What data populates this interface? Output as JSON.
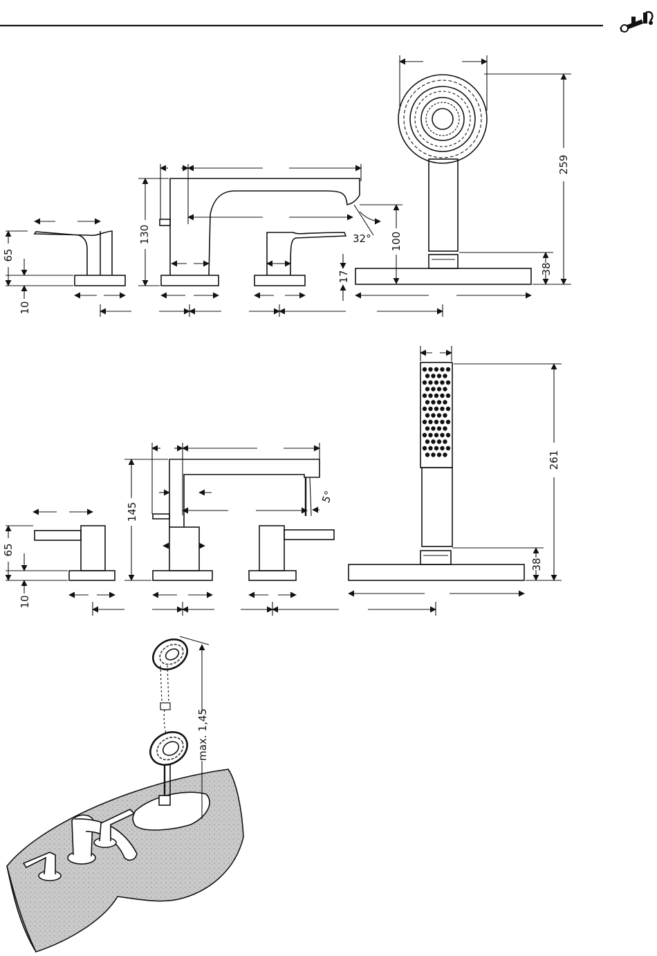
{
  "icons": {
    "header": "bath-mixer-icon"
  },
  "view_round": {
    "labels": {
      "handle_height": "65",
      "deck_thickness": "10",
      "spout_height": "130",
      "outlet_height": "100",
      "angle": "32°",
      "base_height": "17",
      "holder_height": "38",
      "shower_height": "259"
    }
  },
  "view_square": {
    "labels": {
      "handle_height": "65",
      "deck_thickness": "10",
      "spout_height": "145",
      "angle": "5°",
      "holder_height": "38",
      "shower_height": "261"
    }
  },
  "view_iso": {
    "labels": {
      "hose_length": "max. 1,45"
    }
  }
}
